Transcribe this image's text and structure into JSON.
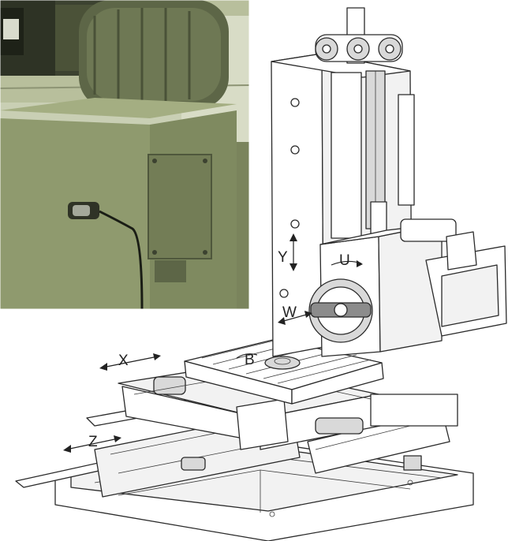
{
  "figure": {
    "axis_labels": {
      "x": "X",
      "y": "Y",
      "z": "Z",
      "u": "U",
      "w": "W",
      "b": "B"
    },
    "photo": {
      "icon": "motor-with-accelerometer-photo",
      "colors": {
        "machine_green": "#8f9a6e",
        "shadow_green": "#5d6647",
        "wall": "#c9cfb4",
        "motor_dark": "#3c4230"
      }
    },
    "drawing_icon": "horizontal-boring-mill-line-drawing"
  }
}
